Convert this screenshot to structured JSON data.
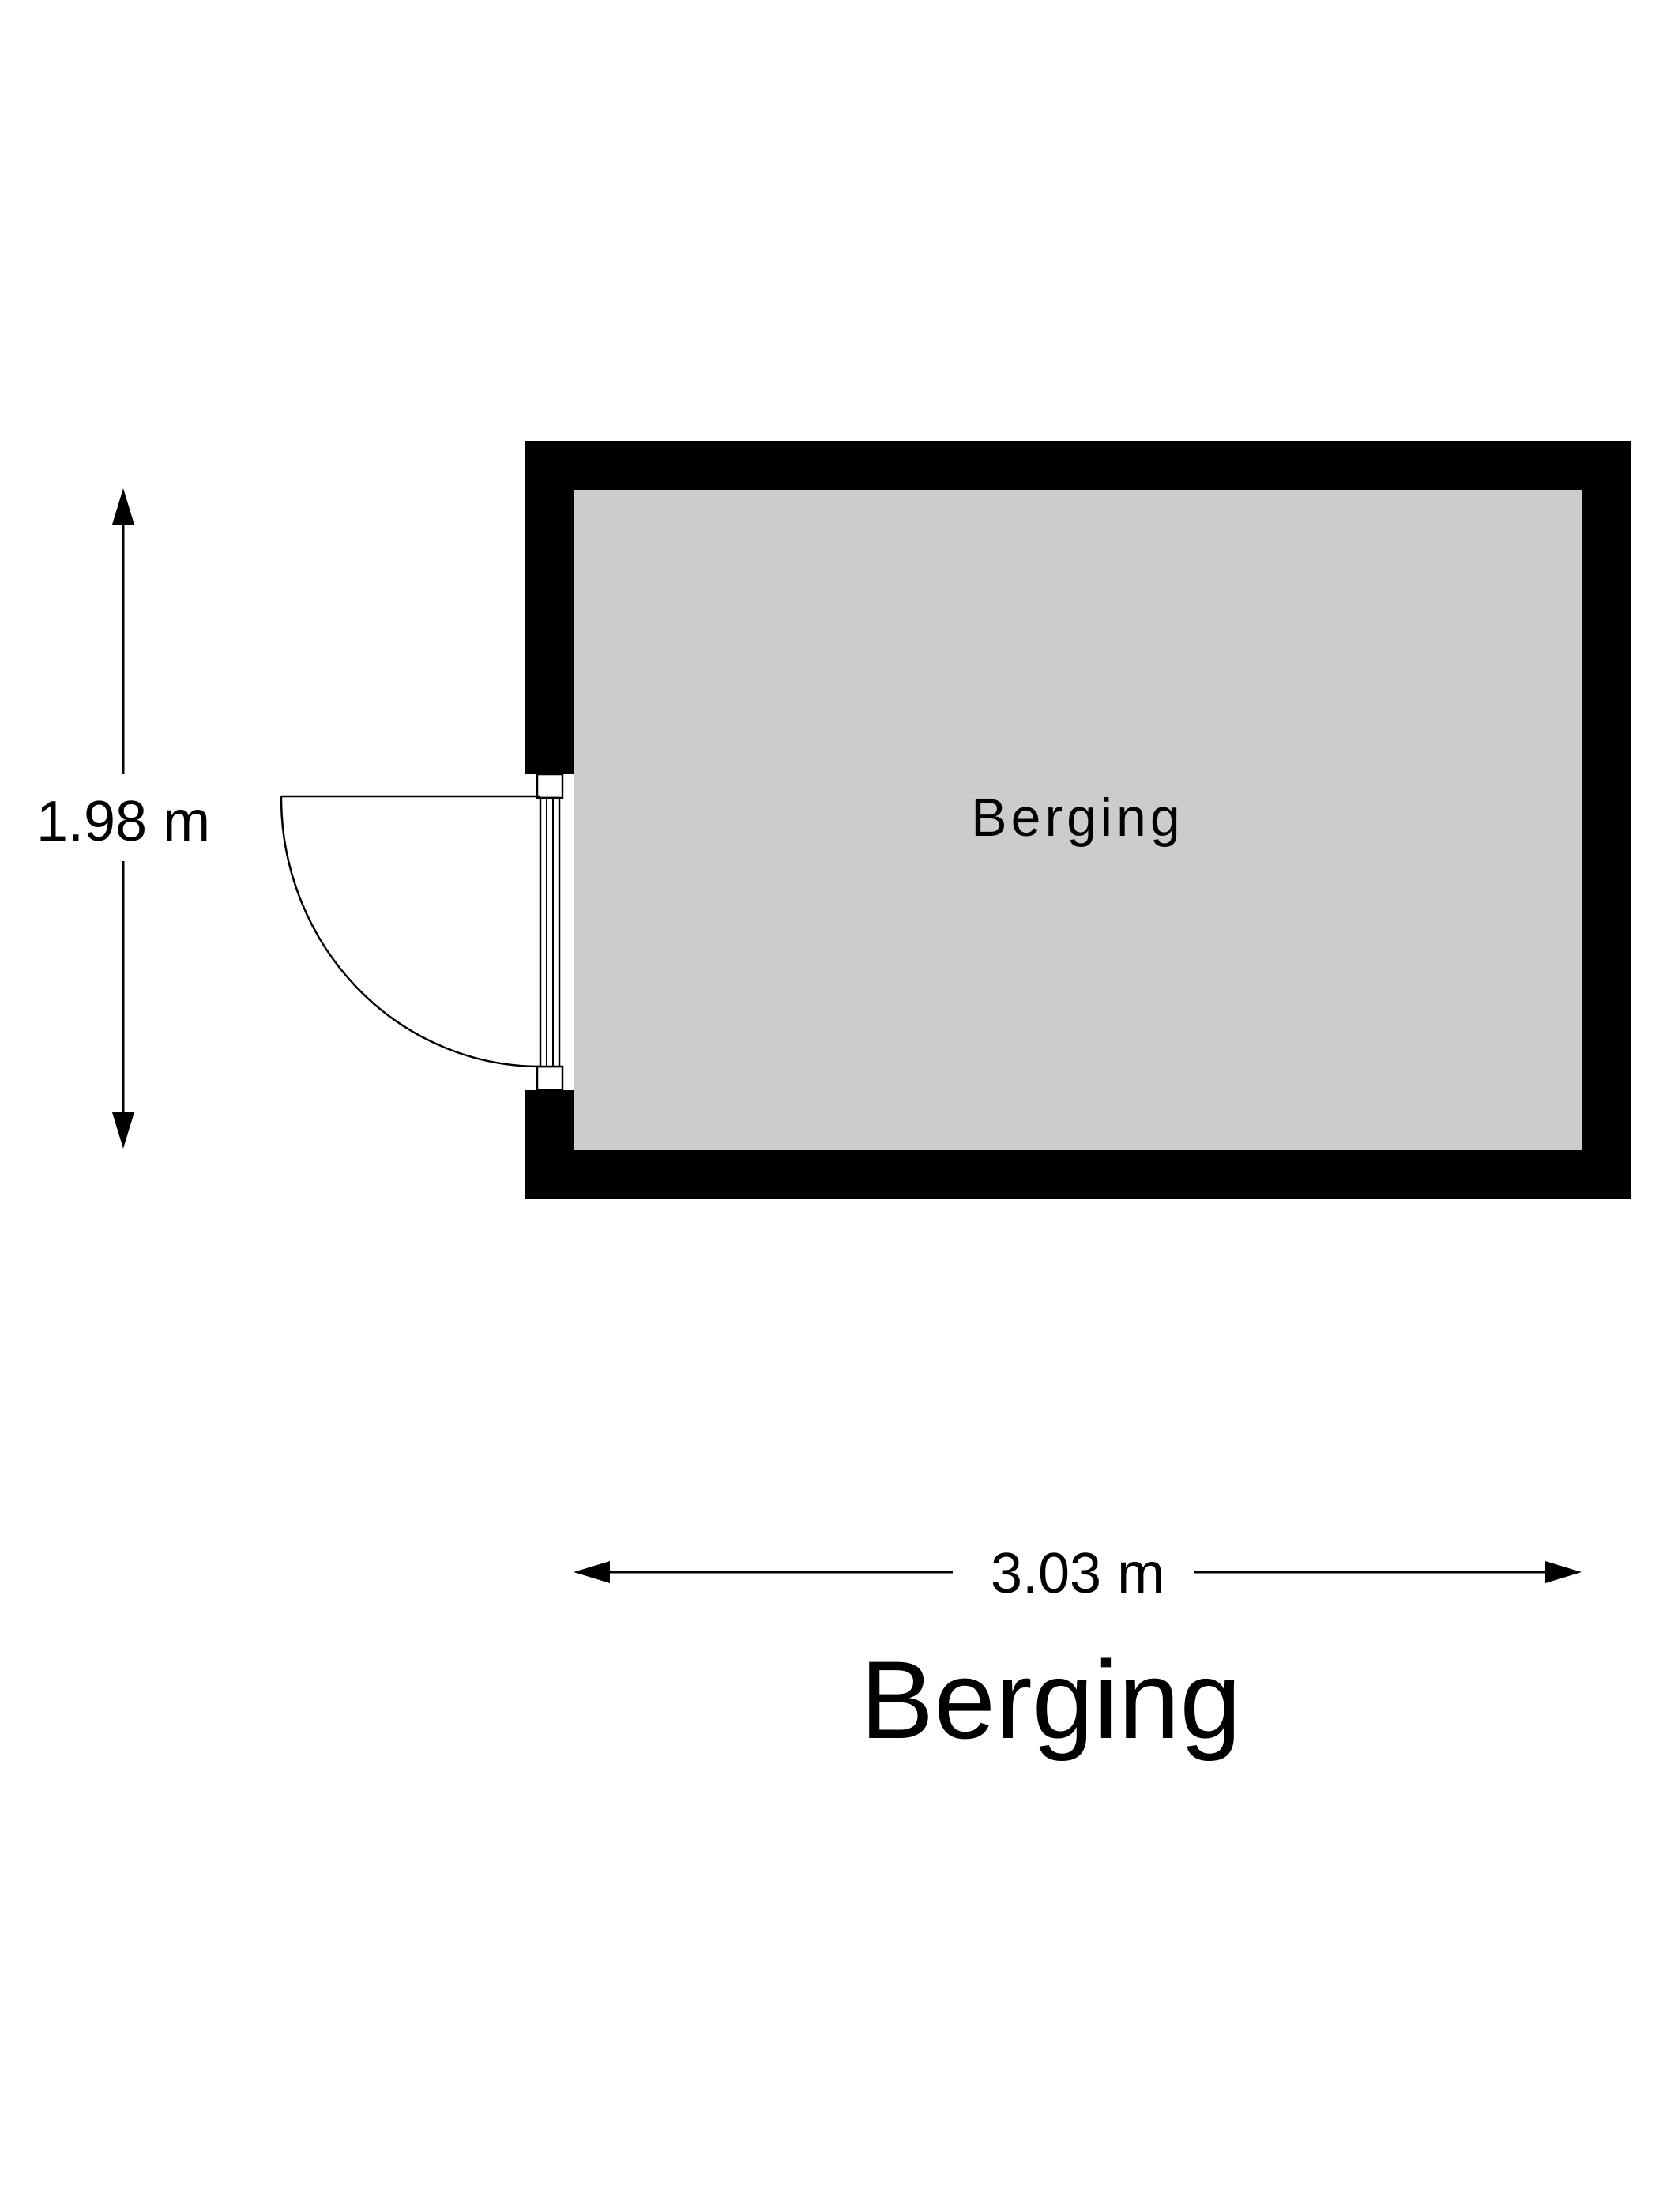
{
  "room": {
    "label": "Berging"
  },
  "dimensions": {
    "height_label": "1.98 m",
    "width_label": "3.03 m"
  },
  "floor": {
    "title": "Berging"
  },
  "colors": {
    "wall": "#000000",
    "floor_fill": "#cccccc",
    "background": "#ffffff",
    "line": "#000000"
  }
}
